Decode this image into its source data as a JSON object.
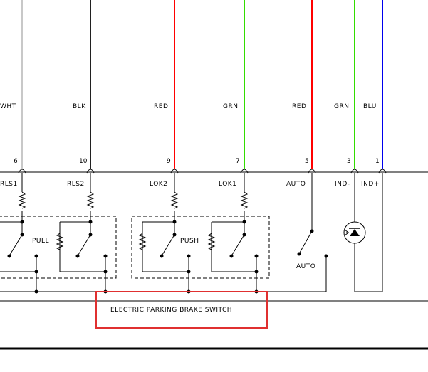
{
  "wires": [
    {
      "color_label": "WHT",
      "color": "#c8c8c8",
      "pin": "6",
      "signal": "RLS1"
    },
    {
      "color_label": "BLK",
      "color": "#202020",
      "pin": "10",
      "signal": "RLS2"
    },
    {
      "color_label": "RED",
      "color": "#ff0000",
      "pin": "9",
      "signal": "LOK2"
    },
    {
      "color_label": "GRN",
      "color": "#33dd00",
      "pin": "7",
      "signal": "LOK1"
    },
    {
      "color_label": "RED",
      "color": "#ff0000",
      "pin": "5",
      "signal": "AUTO"
    },
    {
      "color_label": "GRN",
      "color": "#33dd00",
      "pin": "3",
      "signal": "IND-"
    },
    {
      "color_label": "BLU",
      "color": "#0000ee",
      "pin": "1",
      "signal": "IND+"
    }
  ],
  "switches": {
    "pull_label": "PULL",
    "push_label": "PUSH",
    "auto_label": "AUTO"
  },
  "component": {
    "name": "ELECTRIC PARKING BRAKE SWITCH",
    "highlight_color": "#e03030"
  }
}
